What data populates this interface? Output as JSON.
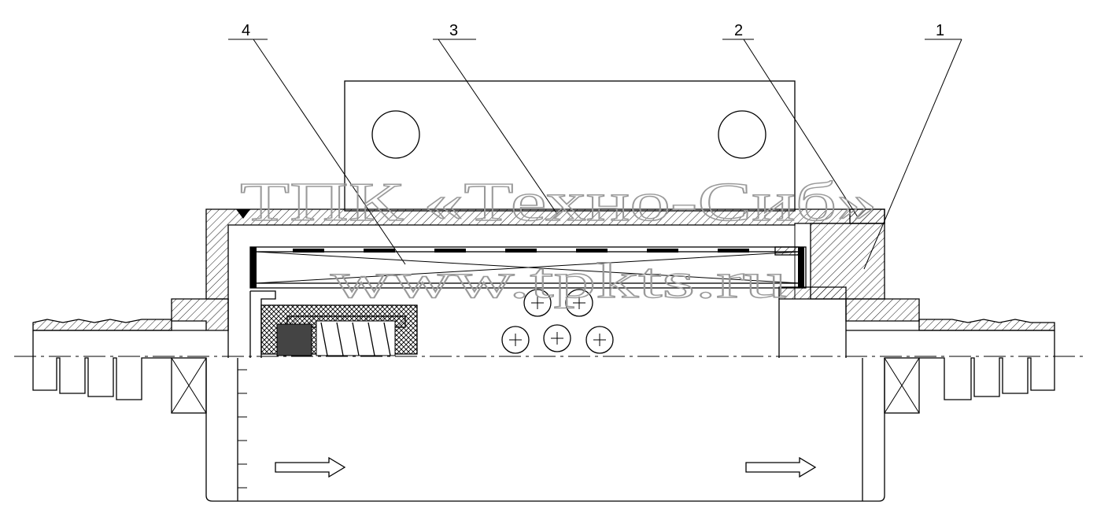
{
  "callouts": [
    "1",
    "2",
    "3",
    "4"
  ],
  "watermark": {
    "title": "ТПК «Техно-Сиб»",
    "url": "www.tpkts.ru"
  }
}
